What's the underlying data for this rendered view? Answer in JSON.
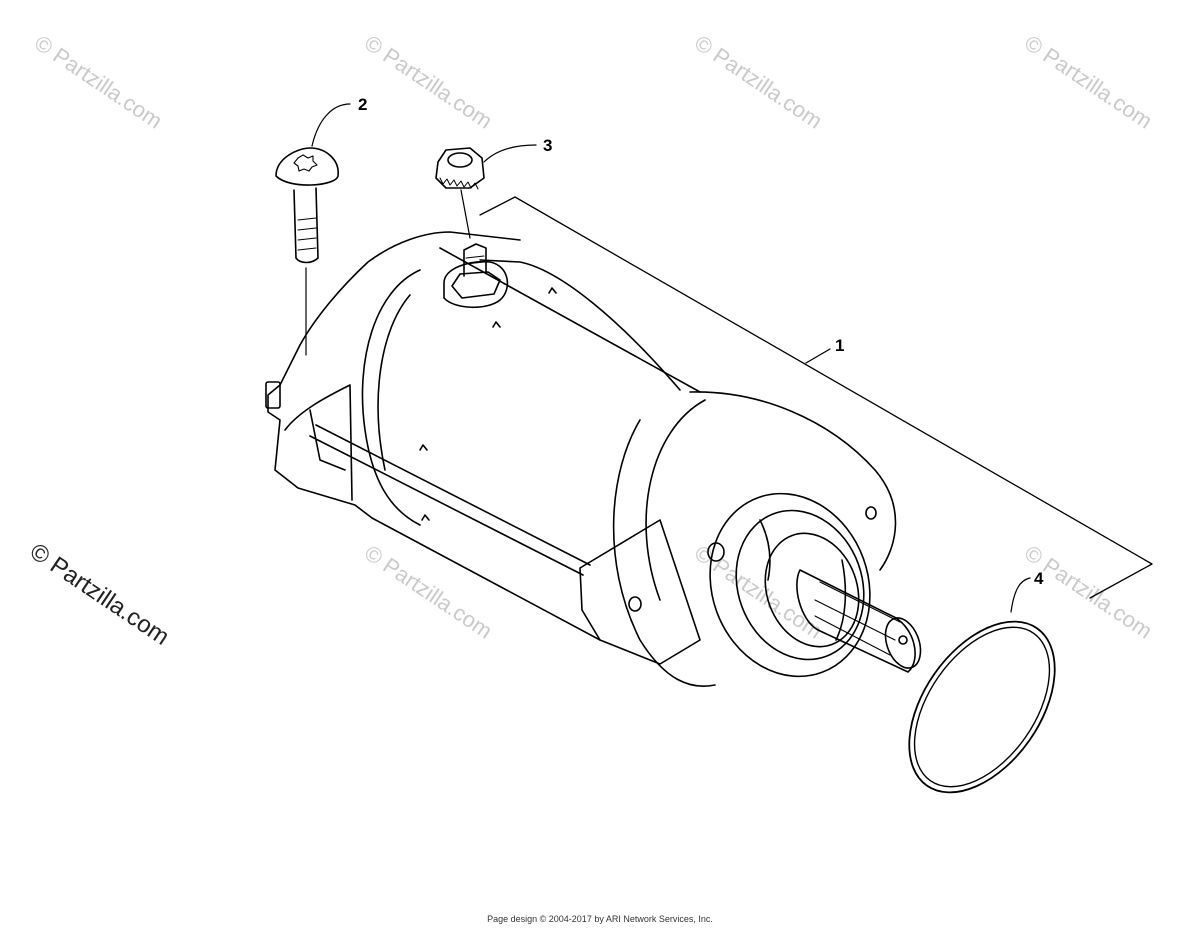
{
  "watermark": {
    "text": "© Partzilla.com"
  },
  "side_watermark": "© Partzilla.com",
  "callouts": [
    "1",
    "2",
    "3",
    "4"
  ],
  "parts": {
    "starter_motor": "starter-motor",
    "screw": "torx-screw",
    "nut": "flange-nut",
    "o_ring": "o-ring"
  },
  "footer": "Page design © 2004-2017 by ARI Network Services, Inc."
}
